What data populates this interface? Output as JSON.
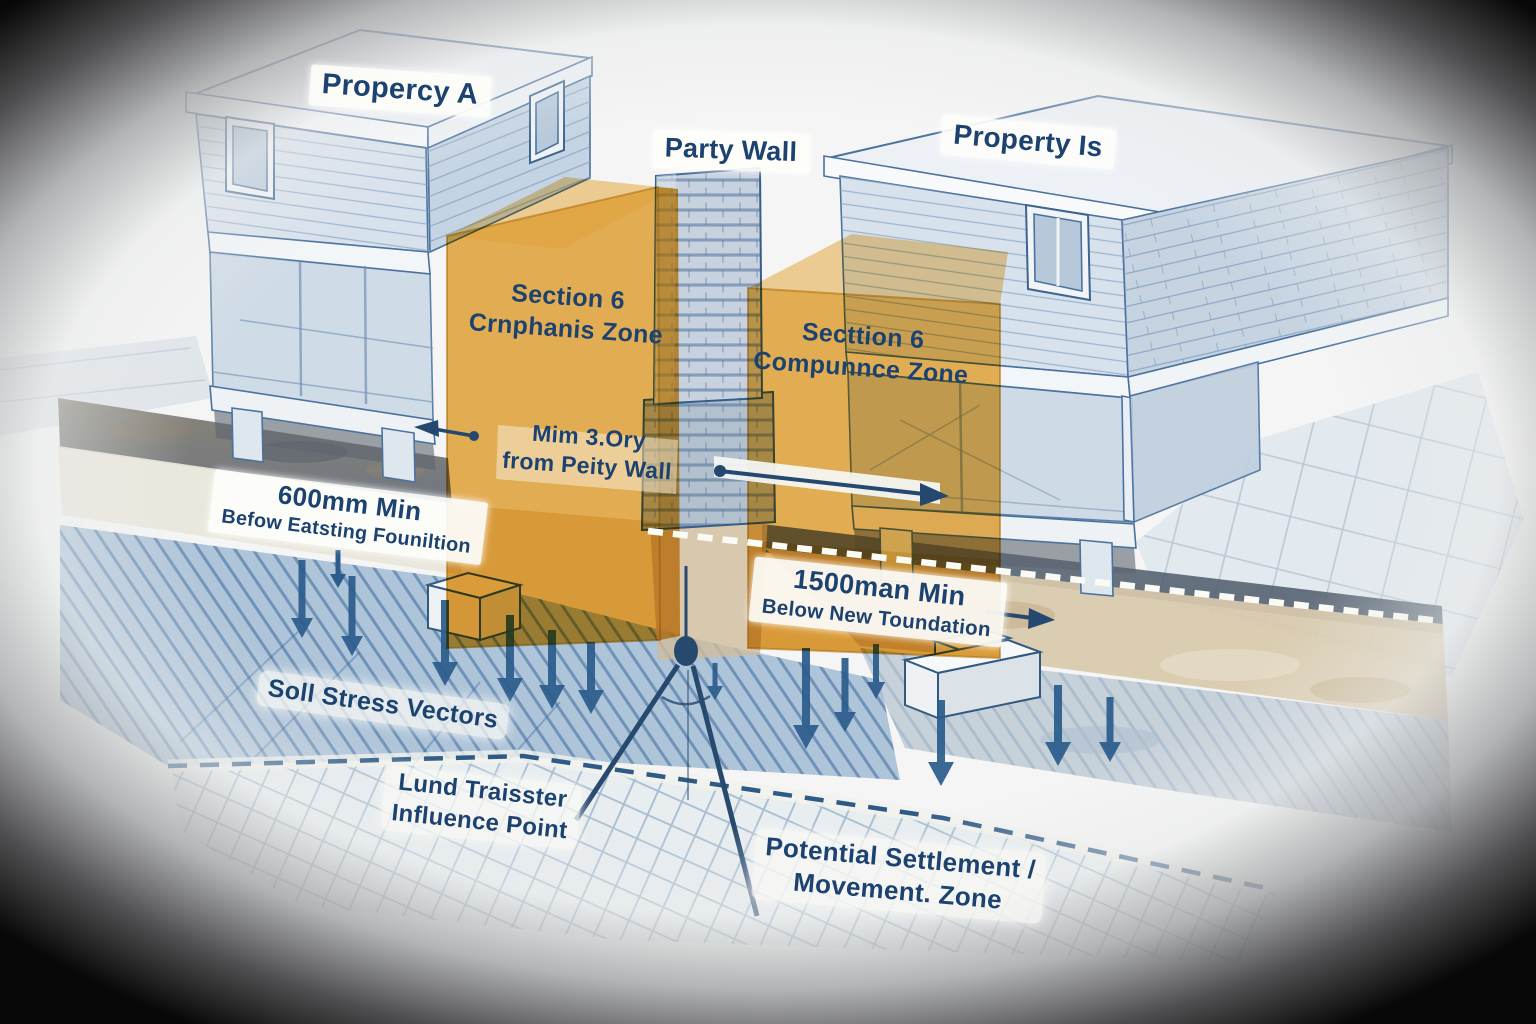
{
  "labels": {
    "property_a": "Propercy A",
    "party_wall": "Party Wall",
    "property_b": "Property Is",
    "zone_left_line1": "Section 6",
    "zone_left_line2": "Crnphanis Zone",
    "zone_right_line1": "Secttion 6",
    "zone_right_line2": "Compunnce Zone",
    "min_offset_line1": "Mim 3.Ory",
    "min_offset_line2": "from Peity Wall",
    "existing_depth_line1": "600mm Min",
    "existing_depth_line2": "Befow Eatsting Founiltion",
    "new_depth_line1": "1500man Min",
    "new_depth_line2": "Below New Toundation",
    "soil_stress": "Soll Stress Vectors",
    "load_transfer_line1": "Lund Traisster",
    "load_transfer_line2": "Influence Point",
    "settlement_line1": "Potential Settlement /",
    "settlement_line2": "Movement. Zone"
  },
  "colors": {
    "label_ink": "#1c4270",
    "compliance_zone_orange": "#e8a239",
    "soil_arrow_blue": "#2b5c8c",
    "hatch_blue": "#2f6094",
    "masonry_blue_gray": "#c7d2de"
  }
}
